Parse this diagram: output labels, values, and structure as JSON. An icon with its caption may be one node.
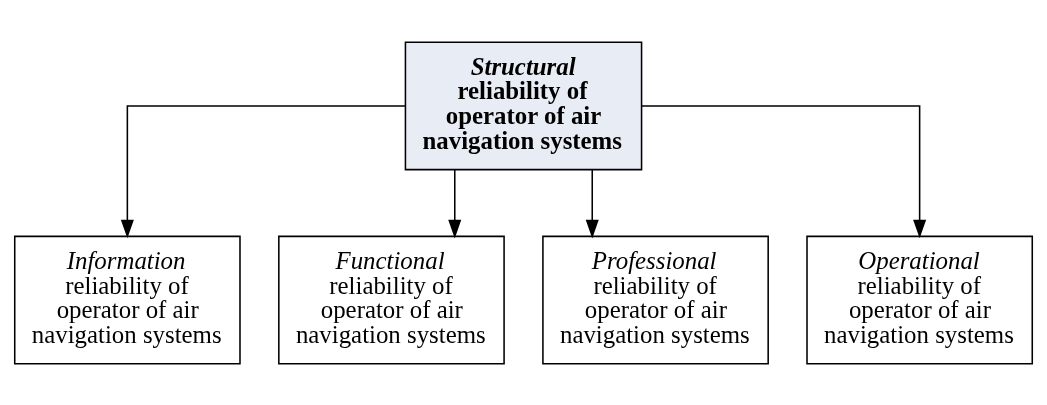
{
  "diagram": {
    "nodes": [
      {
        "text": [
          "*Structural* reliability of operator of air navigation systems"
        ]
      },
      {
        "text": [
          "*Information* reliability of operator of air navigation systems"
        ]
      },
      {
        "text": [
          "*Functional* reliability of operator of air navigation systems"
        ]
      },
      {
        "text": [
          "*Professional* reliability of operator of air navigation systems"
        ]
      },
      {
        "text": [
          "*Operational* reliability of operator of air navigation systems"
        ]
      }
    ],
    "edges": [
      {
        "from": 0,
        "to": 1,
        "arrow": "to"
      },
      {
        "from": 0,
        "to": 2,
        "arrow": "to"
      },
      {
        "from": 0,
        "to": 3,
        "arrow": "to"
      },
      {
        "from": 0,
        "to": 4,
        "arrow": "to"
      }
    ]
  }
}
